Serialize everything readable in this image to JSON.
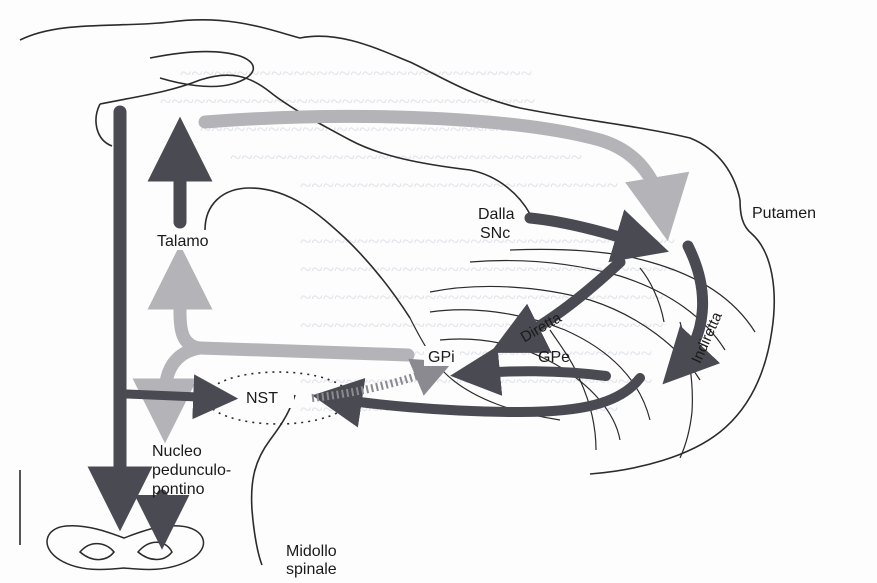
{
  "labels": {
    "talamo": "Talamo",
    "dalla_snc_line1": "Dalla",
    "dalla_snc_line2": "SNc",
    "putamen": "Putamen",
    "diretta": "Diretta",
    "indiretta": "Indiretta",
    "gpi": "GPi",
    "gpe": "GPe",
    "nst": "NST",
    "nucleo_line1": "Nucleo",
    "nucleo_line2": "pedunculo-",
    "nucleo_line3": "pontino",
    "midollo_line1": "Midollo",
    "midollo_line2": "spinale"
  },
  "colors": {
    "dark_pathway": "#4a4a52",
    "light_pathway": "#b3b3b8",
    "outline": "#2b2b2b",
    "paper": "#fdfdfd",
    "bleed_text": "#c9cfd9"
  }
}
